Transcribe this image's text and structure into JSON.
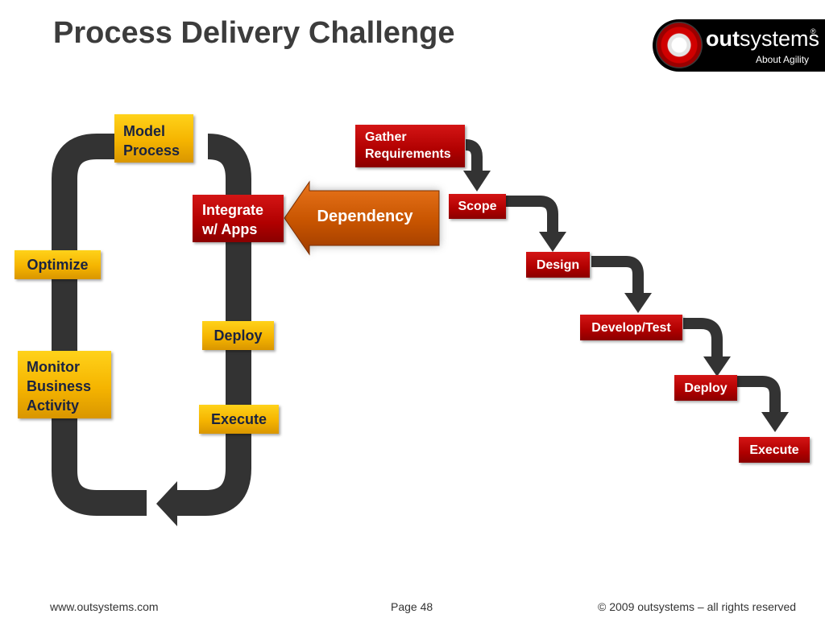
{
  "slide": {
    "title": "Process Delivery Challenge",
    "logo": {
      "brand_bold": "out",
      "brand_rest": "systems",
      "registered": "®",
      "tagline": "About Agility"
    },
    "cycle": {
      "model_process": [
        "Model",
        "Process"
      ],
      "integrate": [
        "Integrate",
        "w/ Apps"
      ],
      "optimize": "Optimize",
      "deploy": "Deploy",
      "monitor": [
        "Monitor",
        "Business",
        "Activity"
      ],
      "execute": "Execute"
    },
    "dependency_label": "Dependency",
    "waterfall": {
      "gather": [
        "Gather",
        "Requirements"
      ],
      "scope": "Scope",
      "design": "Design",
      "develop_test": "Develop/Test",
      "deploy": "Deploy",
      "execute": "Execute"
    },
    "footer": {
      "website": "www.outsystems.com",
      "page": "Page 48",
      "copyright": "© 2009 outsystems – all rights reserved"
    }
  }
}
